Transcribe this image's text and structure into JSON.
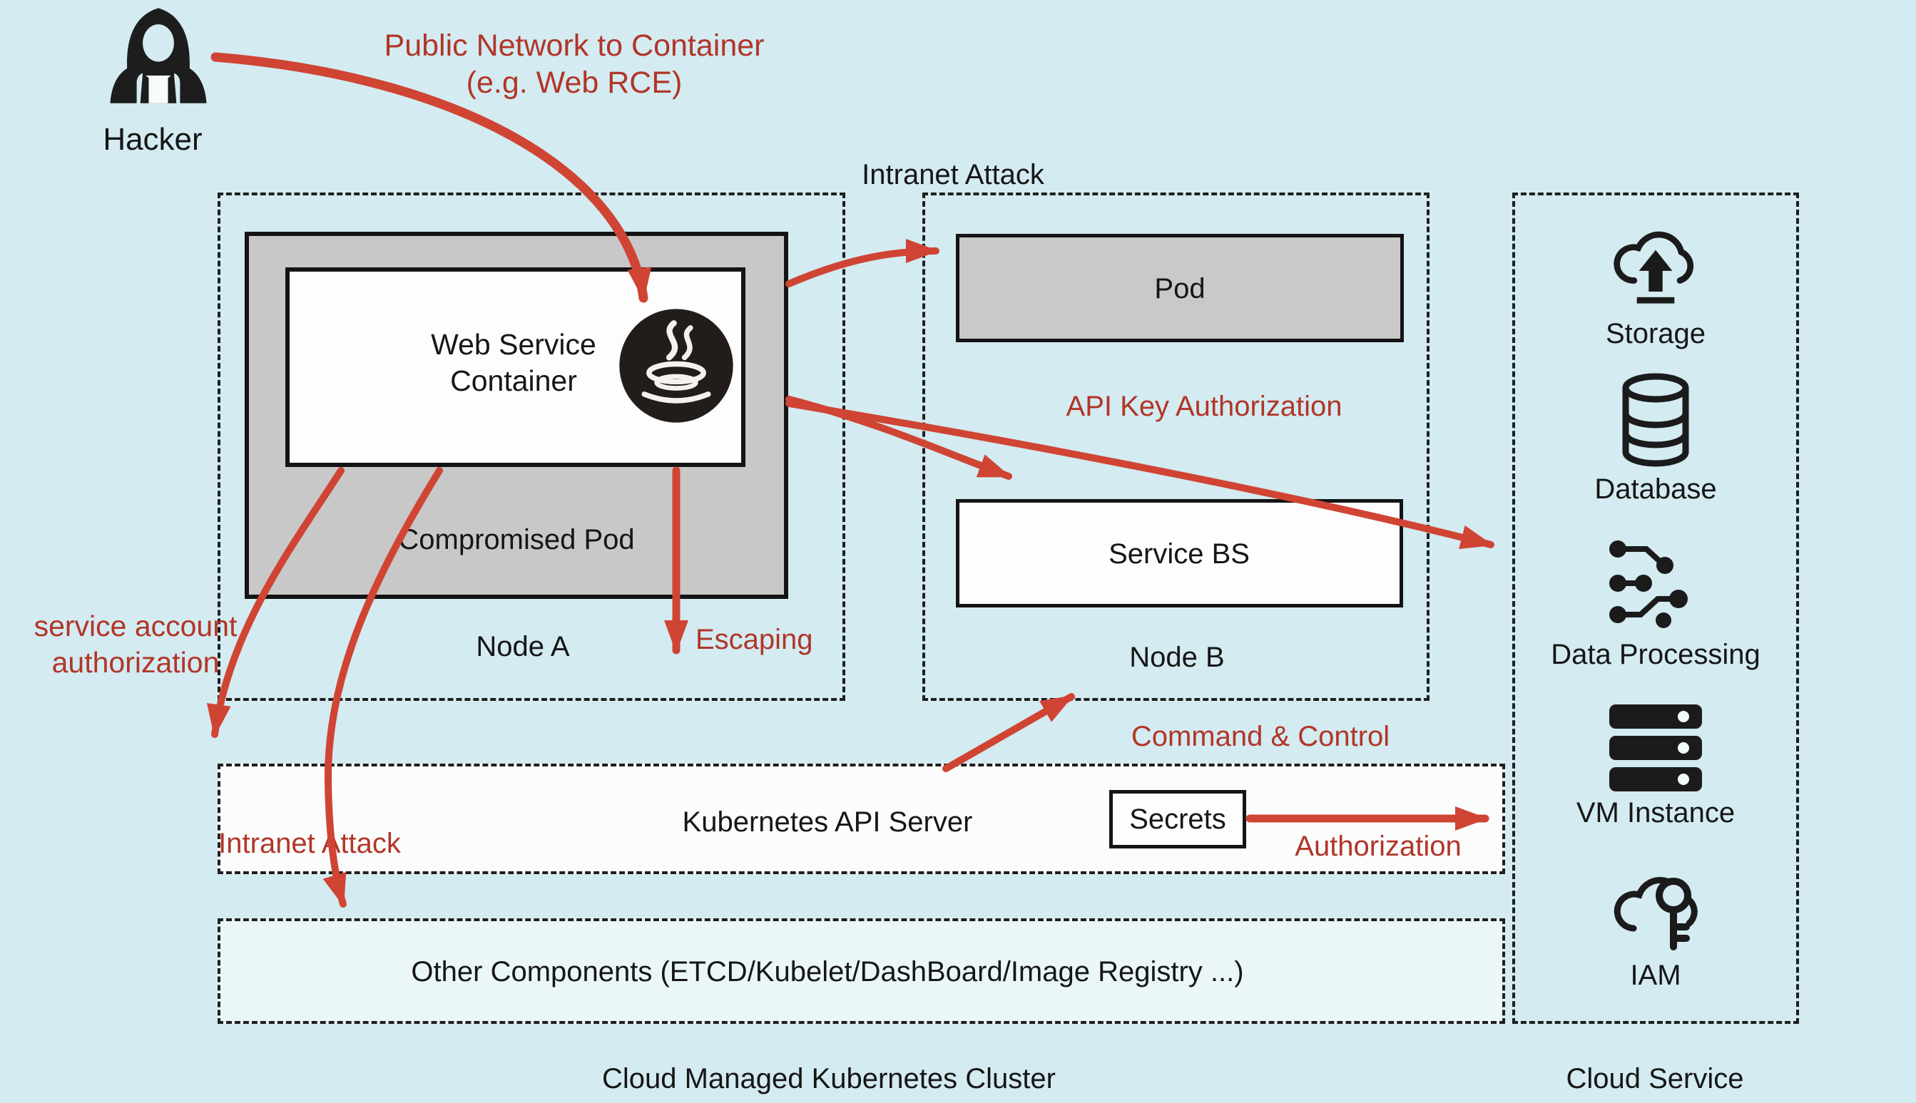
{
  "hacker": {
    "label": "Hacker"
  },
  "labels": {
    "public_network_line1": "Public Network to Container",
    "public_network_line2": "(e.g. Web RCE)",
    "intranet_attack_top": "Intranet Attack",
    "api_key_authorization": "API Key Authorization",
    "service_account_line1": "service account",
    "service_account_line2": "authorization",
    "escaping": "Escaping",
    "intranet_attack_bottom": "Intranet Attack",
    "command_and_control": "Command & Control",
    "authorization": "Authorization"
  },
  "node_a": {
    "label": "Node A",
    "pod_label": "Compromised Pod",
    "container_label": "Web Service Container",
    "container_icon": "java-coffee-cup-icon"
  },
  "node_b": {
    "label": "Node B",
    "pod_label": "Pod",
    "service_label": "Service BS"
  },
  "api_server": {
    "label": "Kubernetes API Server",
    "secrets_label": "Secrets"
  },
  "other_components": {
    "label": "Other Components (ETCD/Kubelet/DashBoard/Image Registry ...)"
  },
  "captions": {
    "cluster": "Cloud Managed Kubernetes Cluster",
    "cloud_service": "Cloud Service"
  },
  "cloud_service": {
    "items": [
      {
        "label": "Storage",
        "icon": "cloud-upload-storage-icon"
      },
      {
        "label": "Database",
        "icon": "database-cylinder-icon"
      },
      {
        "label": "Data Processing",
        "icon": "circuit-nodes-icon"
      },
      {
        "label": "VM Instance",
        "icon": "server-stack-icon"
      },
      {
        "label": "IAM",
        "icon": "cloud-key-icon"
      }
    ]
  },
  "colors": {
    "background": "#d3ebf1",
    "arrow_red": "#d04434",
    "text_red": "#b23528",
    "box_gray": "#c8c8c8",
    "line_black": "#161616"
  }
}
